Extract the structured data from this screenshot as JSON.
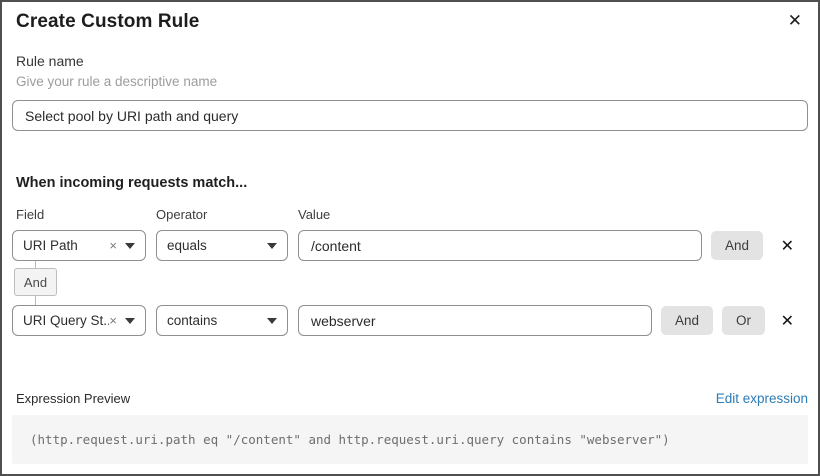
{
  "dialog": {
    "title": "Create Custom Rule"
  },
  "icons": {
    "close": "✕",
    "delete": "✕",
    "clear": "×"
  },
  "rule_name": {
    "label": "Rule name",
    "help": "Give your rule a descriptive name",
    "value": "Select pool by URI path and query"
  },
  "matcher": {
    "heading": "When incoming requests match...",
    "columns": {
      "field": "Field",
      "operator": "Operator",
      "value": "Value"
    },
    "connector": "And",
    "rows": [
      {
        "field": "URI Path",
        "operator": "equals",
        "value": "/content",
        "buttons": {
          "and": "And"
        }
      },
      {
        "field": "URI Query St...",
        "operator": "contains",
        "value": "webserver",
        "buttons": {
          "and": "And",
          "or": "Or"
        }
      }
    ]
  },
  "expression": {
    "label": "Expression Preview",
    "edit_link": "Edit expression",
    "code": "(http.request.uri.path eq \"/content\" and http.request.uri.query contains \"webserver\")"
  },
  "colors": {
    "link": "#2c7cb5",
    "button_bg": "#e3e3e3",
    "code_bg": "#f5f5f5",
    "border": "#8f8f8f"
  }
}
